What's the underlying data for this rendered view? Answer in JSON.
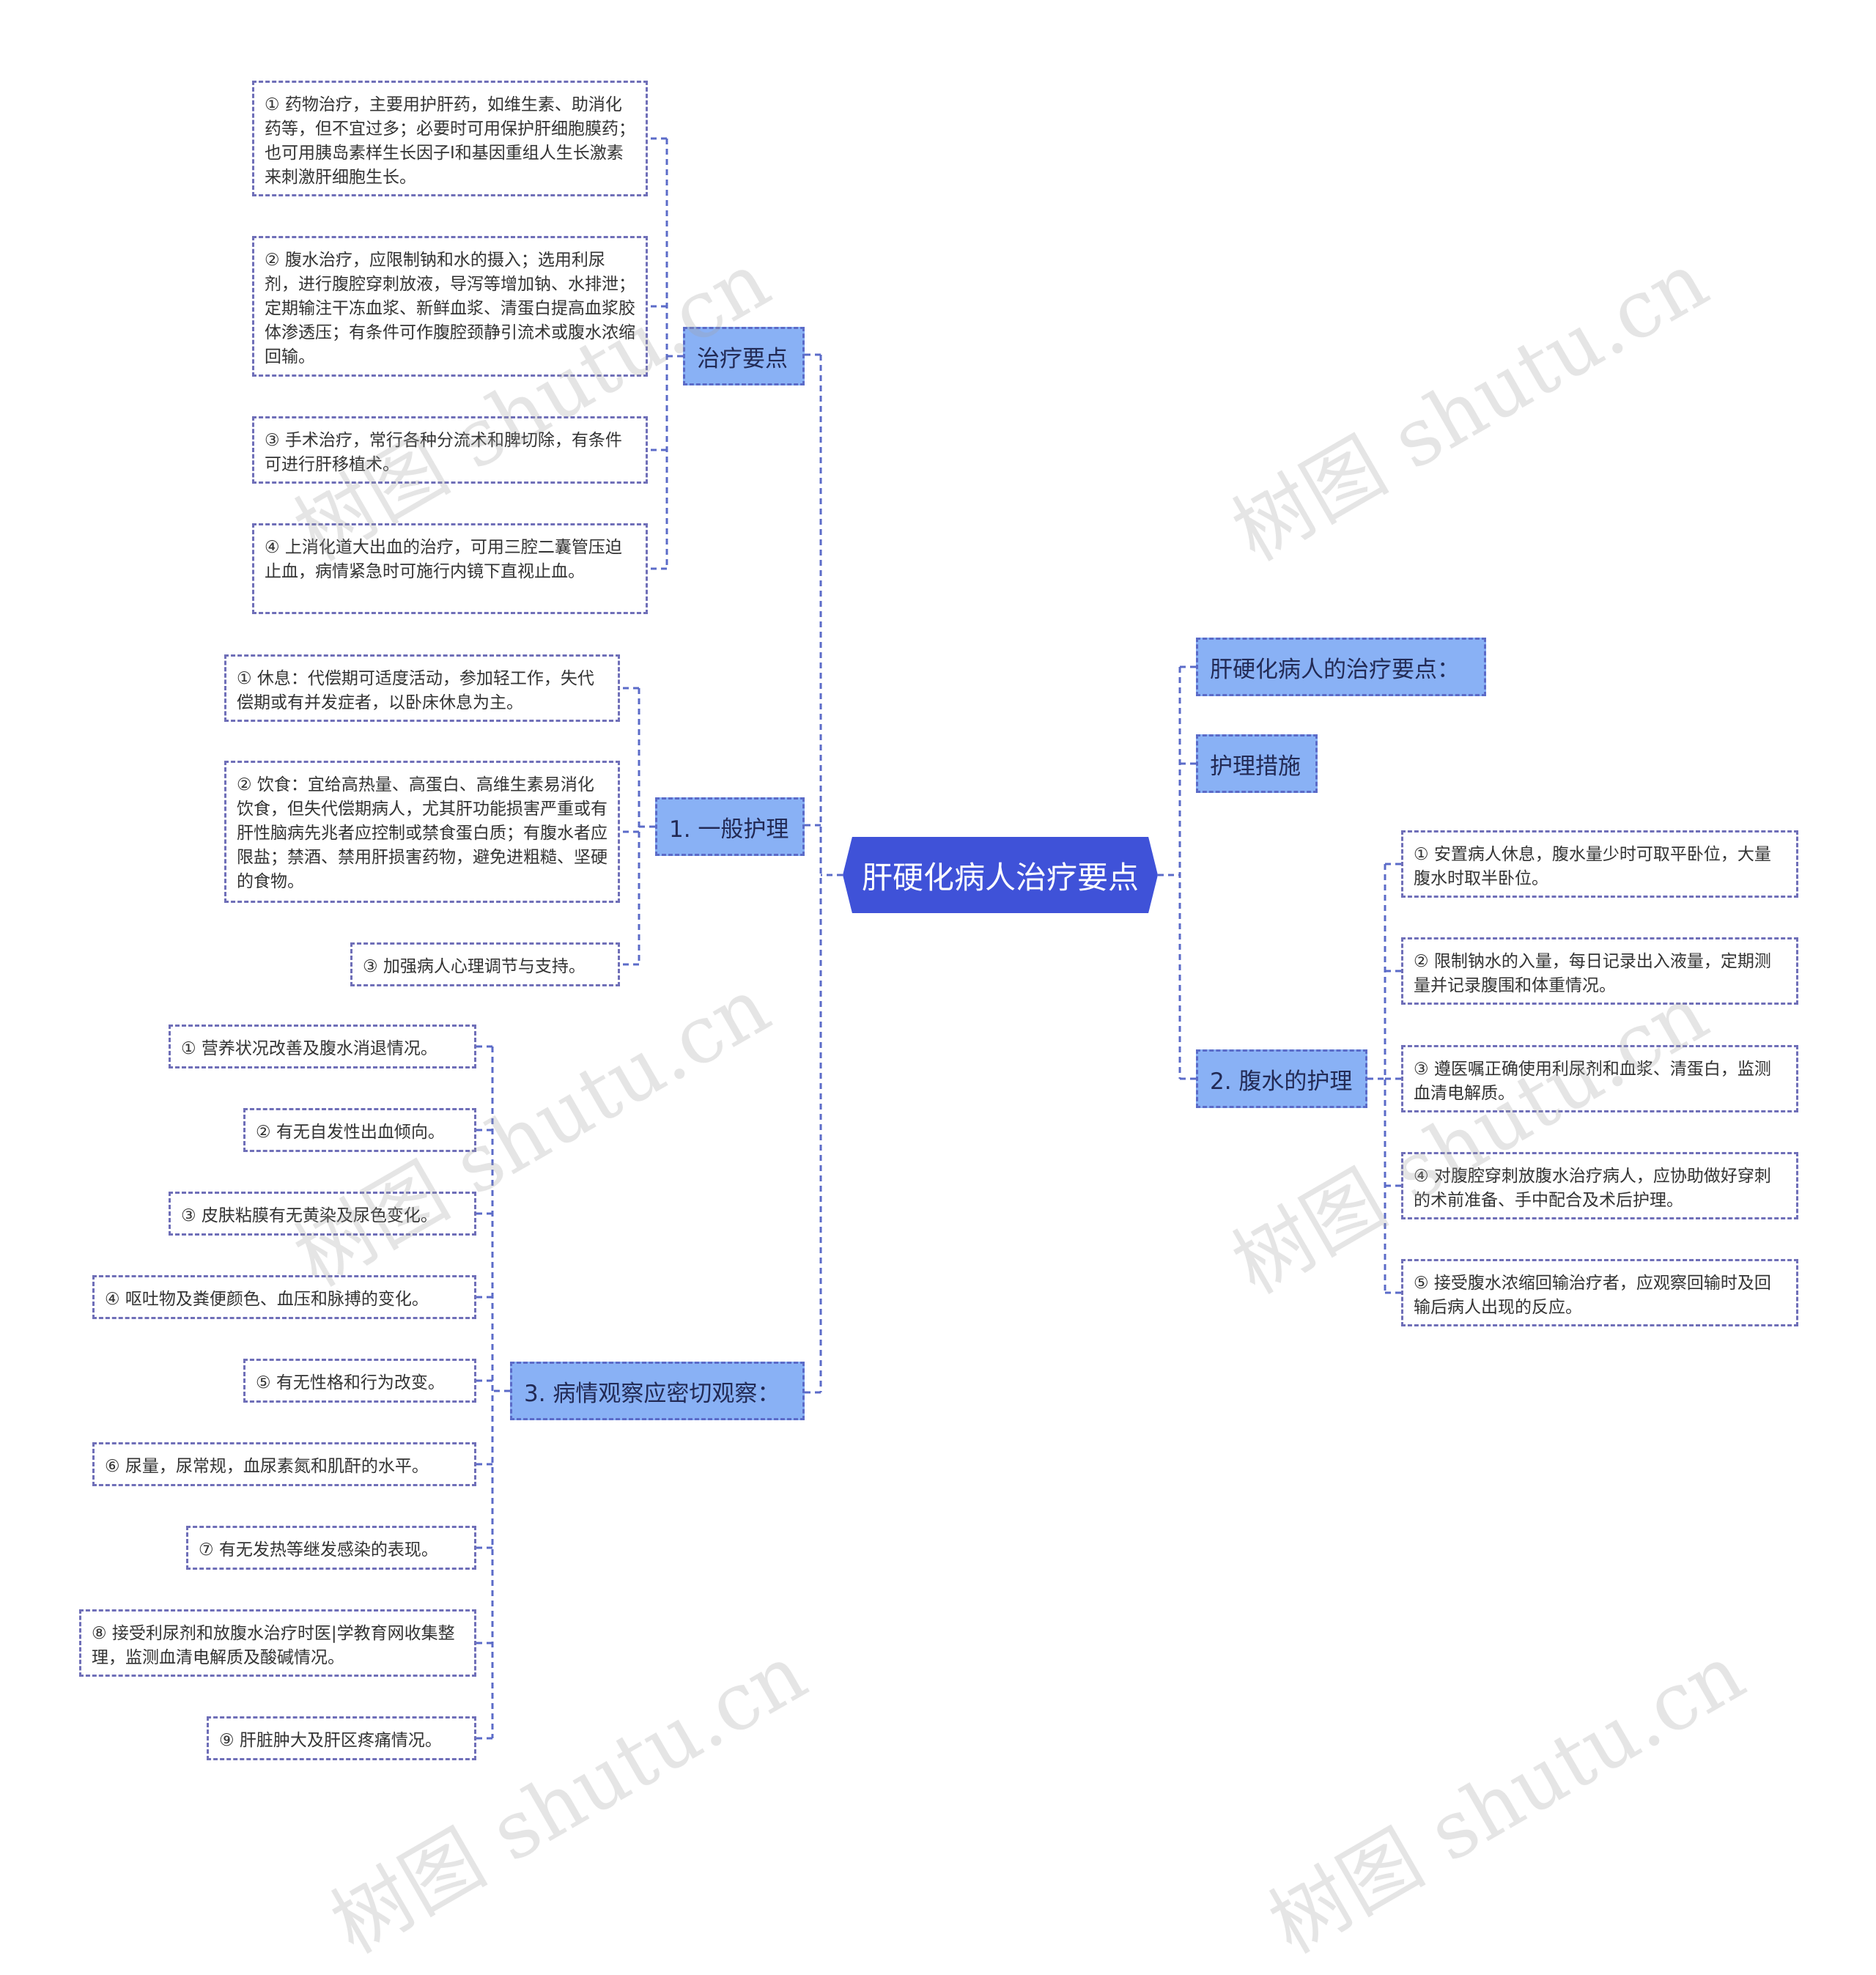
{
  "root": "肝硬化病人治疗要点",
  "watermark": "树图 shutu.cn",
  "colors": {
    "root": "#3f52d8",
    "branch": "#89b1f5",
    "line": "#5b6bc8",
    "leaf_border": "#6f6fb8"
  },
  "left": {
    "treatment": {
      "label": "治疗要点",
      "items": [
        "① 药物治疗，主要用护肝药，如维生素、助消化药等，但不宜过多；必要时可用保护肝细胞膜药；也可用胰岛素样生长因子Ⅰ和基因重组人生长激素来刺激肝细胞生长。",
        "② 腹水治疗，应限制钠和水的摄入；选用利尿剂，进行腹腔穿刺放液，导泻等增加钠、水排泄；定期输注干冻血浆、新鲜血浆、清蛋白提高血浆胶体渗透压；有条件可作腹腔颈静引流术或腹水浓缩回输。",
        "③ 手术治疗，常行各种分流术和脾切除，有条件可进行肝移植术。",
        "④ 上消化道大出血的治疗，可用三腔二囊管压迫止血，病情紧急时可施行内镜下直视止血。"
      ]
    },
    "general": {
      "label": "1. 一般护理",
      "items": [
        "① 休息：代偿期可适度活动，参加轻工作，失代偿期或有并发症者，以卧床休息为主。",
        "② 饮食：宜给高热量、高蛋白、高维生素易消化饮食，但失代偿期病人，尤其肝功能损害严重或有肝性脑病先兆者应控制或禁食蛋白质；有腹水者应限盐；禁酒、禁用肝损害药物，避免进粗糙、坚硬的食物。",
        "③ 加强病人心理调节与支持。"
      ]
    },
    "observe": {
      "label": "3. 病情观察应密切观察：",
      "items": [
        "① 营养状况改善及腹水消退情况。",
        "② 有无自发性出血倾向。",
        "③ 皮肤粘膜有无黄染及尿色变化。",
        "④ 呕吐物及粪便颜色、血压和脉搏的变化。",
        "⑤ 有无性格和行为改变。",
        "⑥ 尿量，尿常规，血尿素氮和肌酐的水平。",
        "⑦ 有无发热等继发感染的表现。",
        "⑧ 接受利尿剂和放腹水治疗时医|学教育网收集整理，监测血清电解质及酸碱情况。",
        "⑨ 肝脏肿大及肝区疼痛情况。"
      ]
    }
  },
  "right": {
    "summary": {
      "label": "肝硬化病人的治疗要点："
    },
    "measures": {
      "label": "护理措施"
    },
    "ascites": {
      "label": "2. 腹水的护理",
      "items": [
        "① 安置病人休息，腹水量少时可取平卧位，大量腹水时取半卧位。",
        "② 限制钠水的入量，每日记录出入液量，定期测量并记录腹围和体重情况。",
        "③ 遵医嘱正确使用利尿剂和血浆、清蛋白，监测血清电解质。",
        "④ 对腹腔穿刺放腹水治疗病人，应协助做好穿刺的术前准备、手中配合及术后护理。",
        "⑤ 接受腹水浓缩回输治疗者，应观察回输时及回输后病人出现的反应。"
      ]
    }
  }
}
